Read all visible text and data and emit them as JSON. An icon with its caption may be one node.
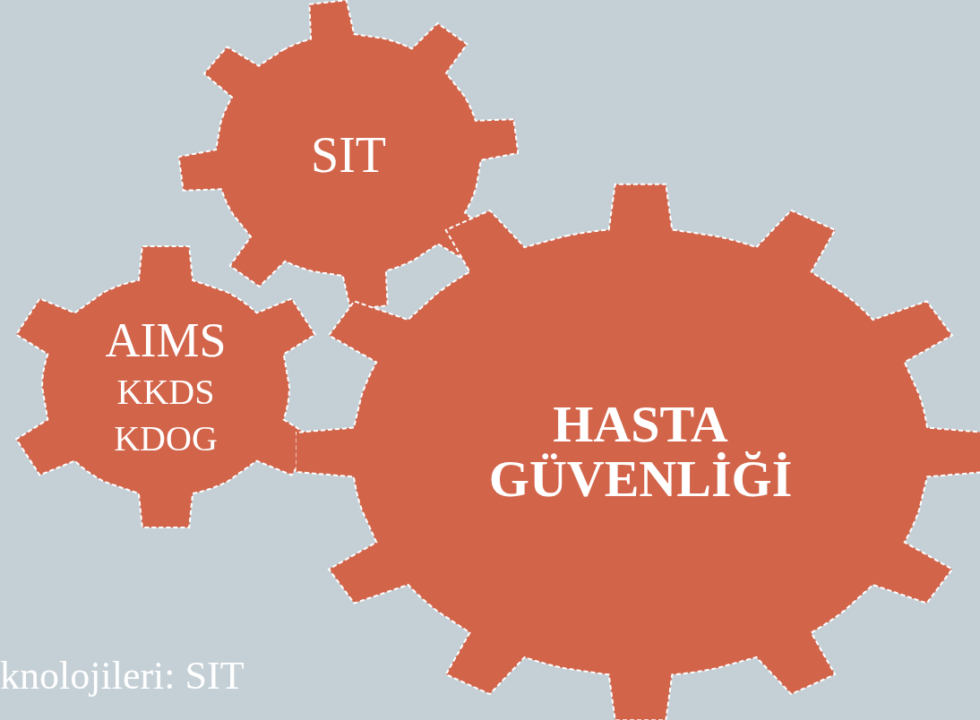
{
  "diagram": {
    "nodes": [
      {
        "text": [
          "SIT"
        ]
      },
      {
        "text": [
          "AIMS",
          "KKDS",
          "KDOG"
        ]
      },
      {
        "text": [
          "HASTA GÜVENLİĞİ"
        ]
      }
    ],
    "labels": [
      "knolojileri: SIT"
    ]
  }
}
